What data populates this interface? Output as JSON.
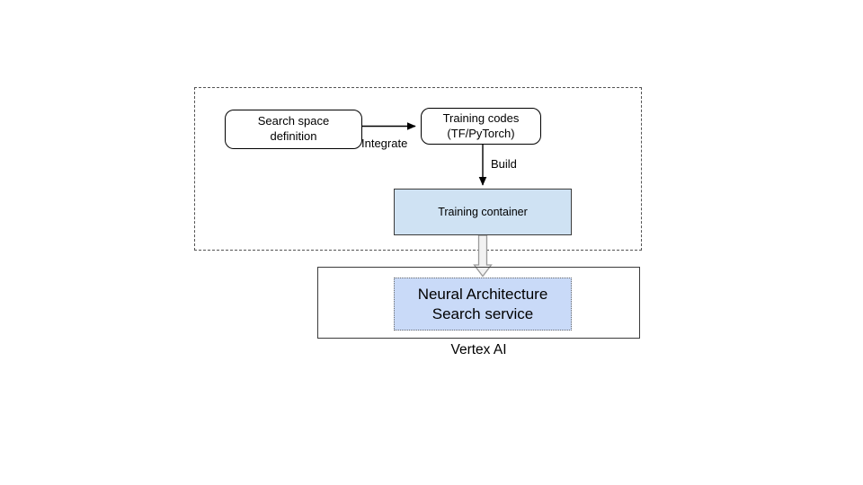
{
  "diagram": {
    "title_label": "Vertex AI",
    "group": {
      "name": "user-workflow-group",
      "style": "dashed-border"
    },
    "nodes": [
      {
        "id": "search-space",
        "label": "Search space\ndefinition",
        "shape": "rounded-rectangle",
        "fill": "#ffffff",
        "border": "#000000"
      },
      {
        "id": "training-codes",
        "label": "Training codes\n(TF/PyTorch)",
        "shape": "rounded-rectangle",
        "fill": "#ffffff",
        "border": "#000000"
      },
      {
        "id": "training-container",
        "label": "Training container",
        "shape": "rectangle",
        "fill": "#cfe2f3",
        "border": "#3b3b3b"
      },
      {
        "id": "nas-service",
        "label": "Neural Architecture\nSearch service",
        "shape": "rectangle-dotted",
        "fill": "#c9daf8",
        "border": "#6b6b6b"
      }
    ],
    "edges": [
      {
        "id": "integrate-edge",
        "from": "search-space",
        "to": "training-codes",
        "label": "Integrate",
        "arrow": "solid-thin"
      },
      {
        "id": "build-edge",
        "from": "training-codes",
        "to": "training-container",
        "label": "Build",
        "arrow": "solid-thin"
      },
      {
        "id": "deploy-edge",
        "from": "training-container",
        "to": "nas-service",
        "label": "",
        "arrow": "hollow-block"
      }
    ],
    "colors": {
      "background": "#ffffff",
      "text": "#000000",
      "container_fill": "#cfe2f3",
      "service_fill": "#c9daf8",
      "group_border": "#545454",
      "box_border": "#3b3b3b",
      "arrow_solid": "#000000",
      "arrow_hollow_stroke": "#9a9a9a",
      "arrow_hollow_fill": "#f2f2f2"
    }
  }
}
